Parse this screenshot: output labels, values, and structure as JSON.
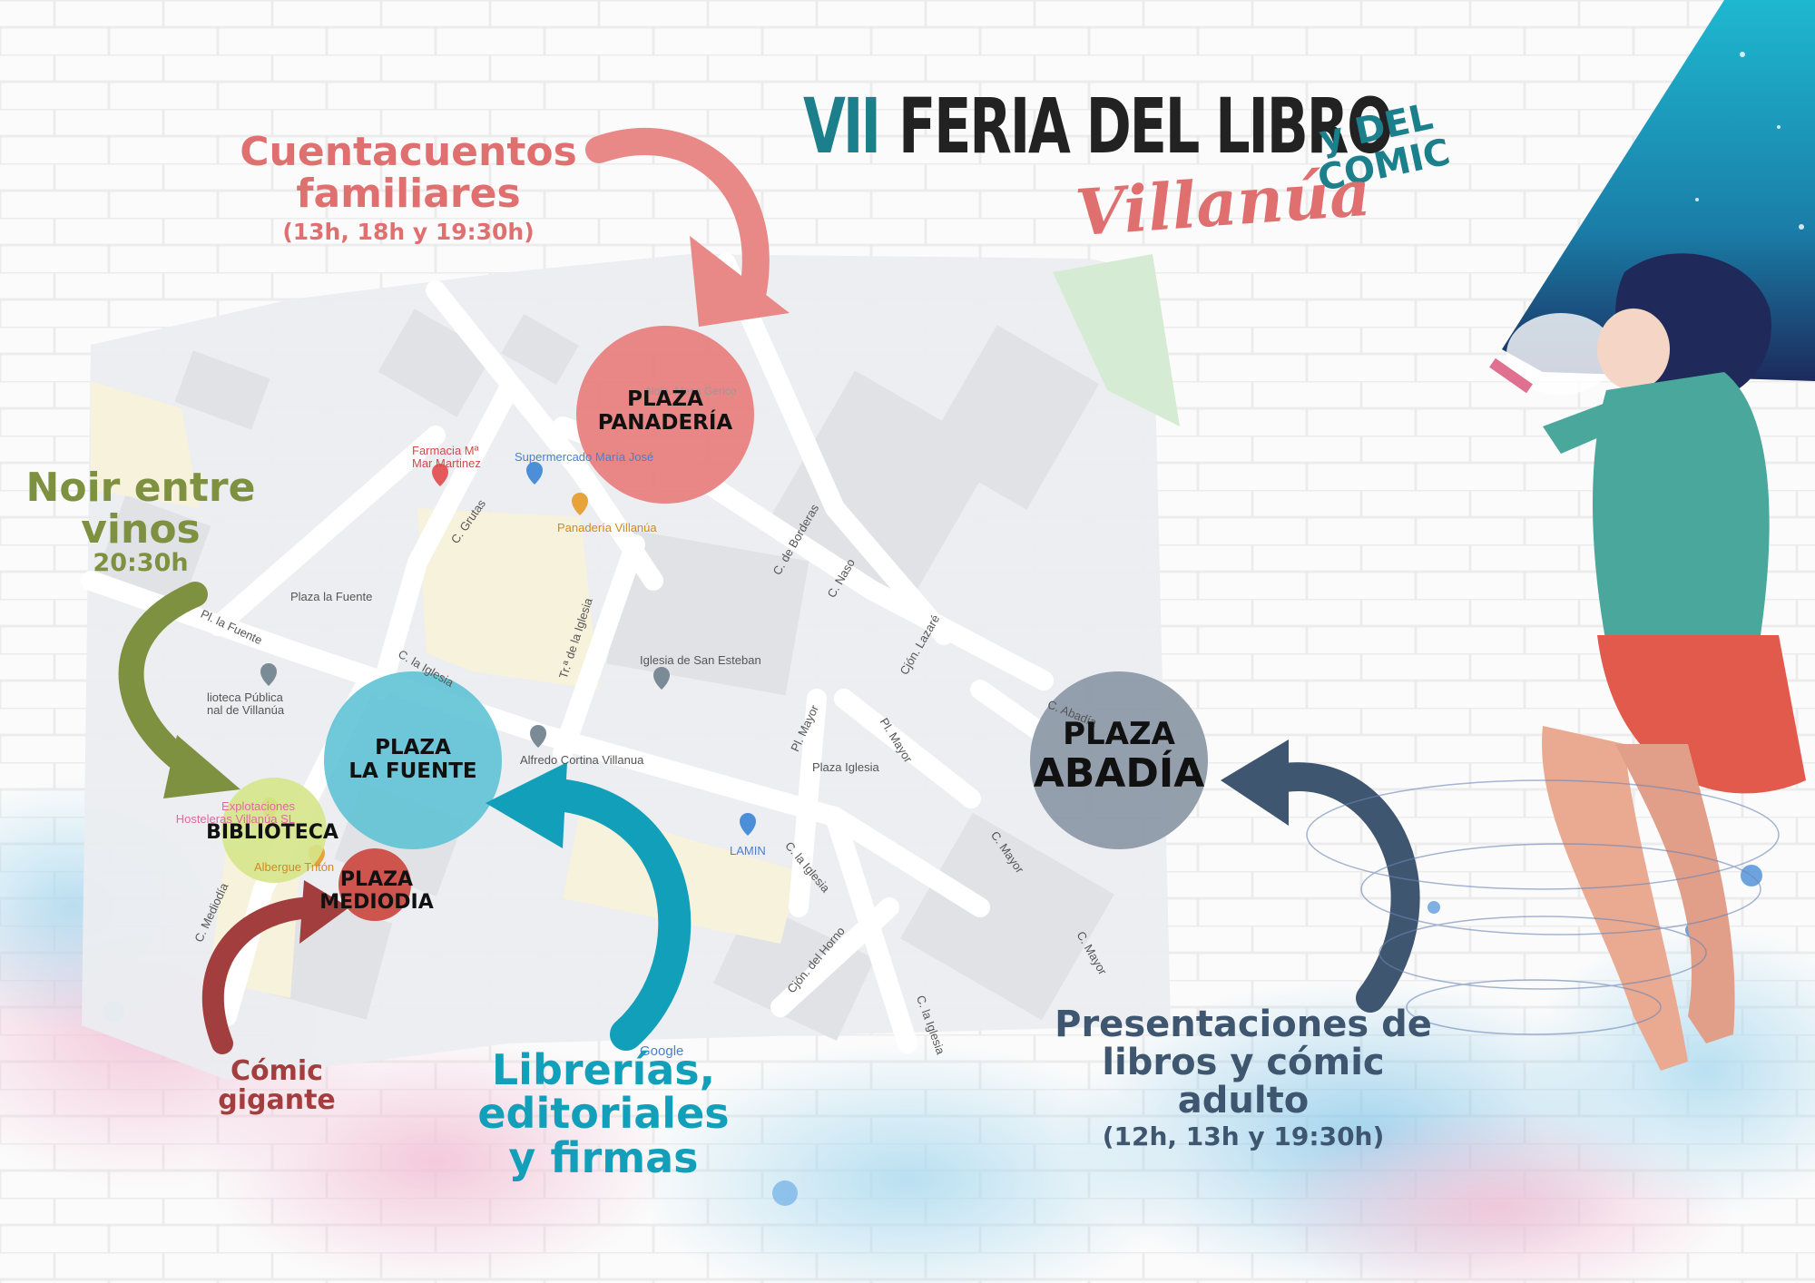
{
  "poster": {
    "number": "VII",
    "title": "FERIA DEL LIBRO",
    "subtitle_right": [
      "y DEL",
      "COMIC"
    ],
    "town": "Villanúa"
  },
  "events": {
    "cuentacuentos": {
      "line1": "Cuentacuentos",
      "line2": "familiares",
      "times": "(13h, 18h y 19:30h)"
    },
    "noir": {
      "line1": "Noir entre",
      "line2": "vinos",
      "times": "20:30h"
    },
    "comic_gigante": {
      "line1": "Cómic",
      "line2": "gigante"
    },
    "librerias": {
      "line1": "Librerías,",
      "line2": "editoriales",
      "line3": "y firmas"
    },
    "presentaciones": {
      "line1": "Presentaciones de",
      "line2": "libros y cómic",
      "line3": "adulto",
      "times": "(12h, 13h y 19:30h)"
    }
  },
  "locations": {
    "panaderia": {
      "line1": "PLAZA",
      "line2": "PANADERÍA"
    },
    "la_fuente": {
      "line1": "PLAZA",
      "line2": "LA FUENTE"
    },
    "biblioteca": {
      "line1": "BIBLIOTECA"
    },
    "mediodia": {
      "line1": "PLAZA",
      "line2": "MEDIODIA"
    },
    "abadia": {
      "line1": "PLAZA",
      "line2": "ABADÍA"
    }
  },
  "map_labels": {
    "farmacia": [
      "Farmacia Mª",
      "Mar Martinez"
    ],
    "supermercado": "Supermercado María José",
    "panaderia_villanua": "Panadería Villanúa",
    "aloja": "Aloja. Mesa Gerico",
    "plaza_la_fuente": "Plaza la Fuente",
    "pl_la_fuente": "Pl. la Fuente",
    "c_grutas": "C. Grutas",
    "c_borderas": "C. de Borderas",
    "c_naso": "C. Naso",
    "cjon_lazare": "Cjón. Lazaré",
    "tr_iglesia": "Tr.ª de la Iglesia",
    "iglesia_san_esteban": "Iglesia de San Esteban",
    "biblioteca_publica": [
      "lioteca Pública",
      "nal de Villanúa"
    ],
    "c_la_iglesia_1": "C. la Iglesia",
    "c_la_iglesia_2": "C. la Iglesia",
    "c_la_iglesia_3": "C. la Iglesia",
    "alfredo": "Alfredo Cortina Villanua",
    "pl_mayor_1": "Pl. Mayor",
    "pl_mayor_2": "Pl. Mayor",
    "plaza_iglesia": "Plaza Iglesia",
    "c_abadia": "C. Abadía",
    "c_mayor_1": "C. Mayor",
    "c_mayor_2": "C. Mayor",
    "lamin": "LAMIN",
    "explotaciones": [
      "Explotaciones",
      "Hosteleras Villanúa SL"
    ],
    "albergue": "Albergue Tritón",
    "c_mediodia": "C. Mediodía",
    "cjon_horno": "Cjón. del Horno",
    "google": "Google"
  },
  "colors": {
    "teal_dark": "#1b7f8c",
    "coral": "#e07070",
    "olive": "#7e9140",
    "blue": "#129fb9",
    "maroon": "#a23e3e",
    "navy": "#3f5670",
    "circle_panaderia": "#e8817f",
    "circle_fuente": "#5bc1d4",
    "circle_biblio": "#d6e68a",
    "circle_mediodia": "#cc4c44",
    "circle_abadia": "#8e9aa8"
  }
}
